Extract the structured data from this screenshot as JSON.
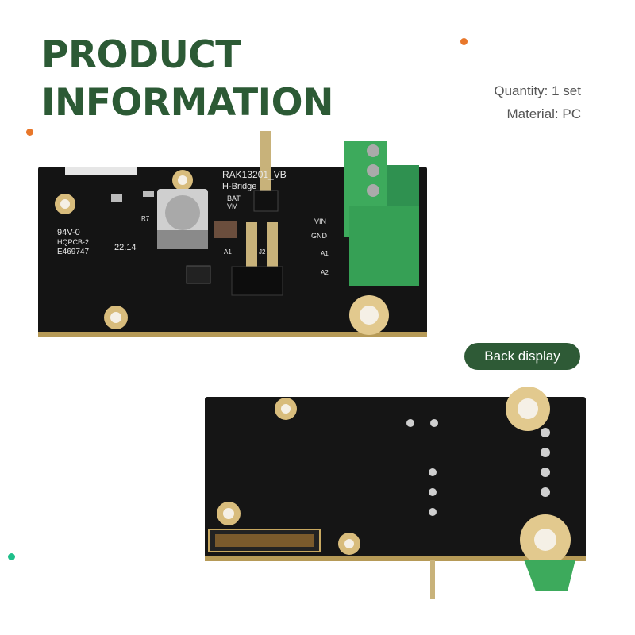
{
  "title": {
    "line1": "PRODUCT",
    "line2": "INFORMATION"
  },
  "specs": {
    "quantity": "Quantity: 1 set",
    "material": "Material: PC"
  },
  "badge": {
    "label": "Back display"
  },
  "silkscreen": {
    "model": "RAK13201_VB",
    "sub": "H-Bridge",
    "bat": "BAT",
    "vm": "VM",
    "vin": "VIN",
    "gnd": "GND",
    "a1": "A1",
    "a2": "A2",
    "r7": "R7",
    "j2": "J2",
    "rating": "94V-0",
    "hqpcb": "HQPCB-2",
    "cert": "E469747",
    "date": "22.14",
    "pin_a1": "A1"
  },
  "colors": {
    "title": "#2c5a35",
    "badge": "#2e5a36",
    "orange_dot": "#e8772a",
    "green_dot": "#1fbf8a",
    "pcb": "#111111",
    "terminal": "#3daa5c"
  }
}
